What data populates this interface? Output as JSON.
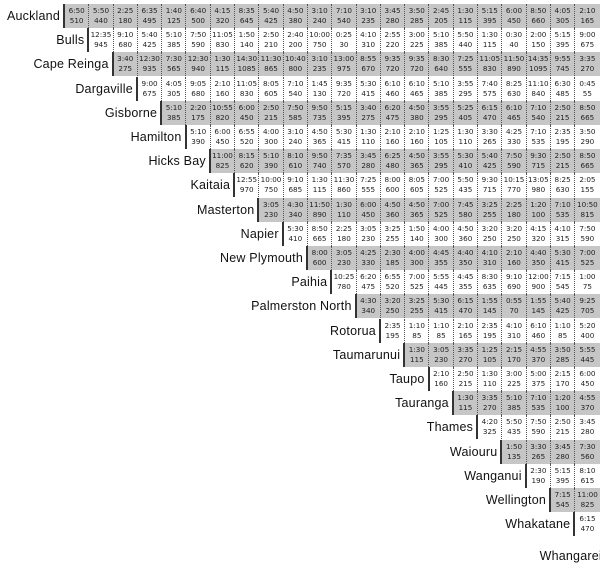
{
  "towns": [
    "Auckland",
    "Bulls",
    "Cape Reinga",
    "Dargaville",
    "Gisborne",
    "Hamilton",
    "Hicks Bay",
    "Kaitaia",
    "Masterton",
    "Napier",
    "New Plymouth",
    "Paihia",
    "Palmerston North",
    "Rotorua",
    "Taumarunui",
    "Taupo",
    "Tauranga",
    "Thames",
    "Waiouru",
    "Wanganui",
    "Wellington",
    "Whakatane",
    "Whangarei"
  ],
  "colors": {
    "shaded_row": "#c6c6c6",
    "plain_row": "#ffffff"
  },
  "rows": [
    [
      [
        "6:50",
        "510"
      ],
      [
        "5:50",
        "440"
      ],
      [
        "2:25",
        "180"
      ],
      [
        "6:35",
        "495"
      ],
      [
        "1:40",
        "125"
      ],
      [
        "6:40",
        "500"
      ],
      [
        "4:15",
        "320"
      ],
      [
        "8:35",
        "645"
      ],
      [
        "5:40",
        "425"
      ],
      [
        "4:50",
        "380"
      ],
      [
        "3:10",
        "240"
      ],
      [
        "7:10",
        "540"
      ],
      [
        "3:10",
        "235"
      ],
      [
        "3:45",
        "280"
      ],
      [
        "3:50",
        "285"
      ],
      [
        "2:45",
        "205"
      ],
      [
        "1:30",
        "115"
      ],
      [
        "5:15",
        "395"
      ],
      [
        "6:00",
        "450"
      ],
      [
        "8:50",
        "660"
      ],
      [
        "4:05",
        "305"
      ],
      [
        "2:10",
        "165"
      ]
    ],
    [
      [
        "12:35",
        "945"
      ],
      [
        "9:10",
        "680"
      ],
      [
        "5:40",
        "425"
      ],
      [
        "5:10",
        "385"
      ],
      [
        "7:50",
        "590"
      ],
      [
        "11:05",
        "830"
      ],
      [
        "1:50",
        "140"
      ],
      [
        "2:50",
        "210"
      ],
      [
        "2:40",
        "200"
      ],
      [
        "10:00",
        "750"
      ],
      [
        "0:25",
        "30"
      ],
      [
        "4:10",
        "310"
      ],
      [
        "2:55",
        "220"
      ],
      [
        "3:00",
        "225"
      ],
      [
        "5:10",
        "385"
      ],
      [
        "5:50",
        "440"
      ],
      [
        "1:30",
        "115"
      ],
      [
        "0:30",
        "40"
      ],
      [
        "2:00",
        "150"
      ],
      [
        "5:15",
        "395"
      ],
      [
        "9:00",
        "675"
      ]
    ],
    [
      [
        "3:40",
        "275"
      ],
      [
        "12:30",
        "935"
      ],
      [
        "7:30",
        "565"
      ],
      [
        "12:30",
        "940"
      ],
      [
        "1:30",
        "115"
      ],
      [
        "14:30",
        "1085"
      ],
      [
        "11:30",
        "865"
      ],
      [
        "10:40",
        "800"
      ],
      [
        "3:10",
        "235"
      ],
      [
        "13:00",
        "975"
      ],
      [
        "8:55",
        "670"
      ],
      [
        "9:35",
        "720"
      ],
      [
        "9:35",
        "720"
      ],
      [
        "8:30",
        "640"
      ],
      [
        "7:25",
        "555"
      ],
      [
        "11:05",
        "830"
      ],
      [
        "11:50",
        "890"
      ],
      [
        "14:35",
        "1095"
      ],
      [
        "9:55",
        "745"
      ],
      [
        "3:35",
        "270"
      ]
    ],
    [
      [
        "9:00",
        "675"
      ],
      [
        "4:05",
        "305"
      ],
      [
        "9:05",
        "680"
      ],
      [
        "2:10",
        "160"
      ],
      [
        "11:05",
        "830"
      ],
      [
        "8:05",
        "605"
      ],
      [
        "7:10",
        "540"
      ],
      [
        "1:45",
        "130"
      ],
      [
        "9:35",
        "720"
      ],
      [
        "5:30",
        "415"
      ],
      [
        "6:10",
        "460"
      ],
      [
        "6:10",
        "465"
      ],
      [
        "5:10",
        "385"
      ],
      [
        "3:55",
        "295"
      ],
      [
        "7:40",
        "575"
      ],
      [
        "8:25",
        "630"
      ],
      [
        "11:10",
        "840"
      ],
      [
        "6:30",
        "485"
      ],
      [
        "0:45",
        "55"
      ]
    ],
    [
      [
        "5:10",
        "385"
      ],
      [
        "2:20",
        "175"
      ],
      [
        "10:55",
        "820"
      ],
      [
        "6:00",
        "450"
      ],
      [
        "2:50",
        "215"
      ],
      [
        "7:50",
        "585"
      ],
      [
        "9:50",
        "735"
      ],
      [
        "5:15",
        "395"
      ],
      [
        "3:40",
        "275"
      ],
      [
        "6:20",
        "475"
      ],
      [
        "4:50",
        "380"
      ],
      [
        "3:55",
        "295"
      ],
      [
        "5:25",
        "405"
      ],
      [
        "6:15",
        "470"
      ],
      [
        "6:10",
        "465"
      ],
      [
        "7:10",
        "540"
      ],
      [
        "2:50",
        "215"
      ],
      [
        "8:50",
        "665"
      ]
    ],
    [
      [
        "5:10",
        "390"
      ],
      [
        "6:00",
        "450"
      ],
      [
        "6:55",
        "520"
      ],
      [
        "4:00",
        "300"
      ],
      [
        "3:10",
        "240"
      ],
      [
        "4:50",
        "365"
      ],
      [
        "5:30",
        "415"
      ],
      [
        "1:30",
        "110"
      ],
      [
        "2:10",
        "160"
      ],
      [
        "2:10",
        "160"
      ],
      [
        "1:25",
        "105"
      ],
      [
        "1:30",
        "110"
      ],
      [
        "3:30",
        "265"
      ],
      [
        "4:25",
        "330"
      ],
      [
        "7:10",
        "535"
      ],
      [
        "2:35",
        "195"
      ],
      [
        "3:50",
        "290"
      ]
    ],
    [
      [
        "11:00",
        "825"
      ],
      [
        "8:15",
        "620"
      ],
      [
        "5:10",
        "390"
      ],
      [
        "8:10",
        "610"
      ],
      [
        "9:50",
        "740"
      ],
      [
        "7:35",
        "570"
      ],
      [
        "3:45",
        "280"
      ],
      [
        "6:25",
        "480"
      ],
      [
        "4:50",
        "365"
      ],
      [
        "3:55",
        "295"
      ],
      [
        "5:30",
        "410"
      ],
      [
        "5:40",
        "425"
      ],
      [
        "7:50",
        "590"
      ],
      [
        "9:30",
        "715"
      ],
      [
        "2:50",
        "215"
      ],
      [
        "8:50",
        "665"
      ]
    ],
    [
      [
        "12:55",
        "970"
      ],
      [
        "10:00",
        "750"
      ],
      [
        "9:10",
        "685"
      ],
      [
        "1:30",
        "115"
      ],
      [
        "11:30",
        "860"
      ],
      [
        "7:25",
        "555"
      ],
      [
        "8:00",
        "600"
      ],
      [
        "8:05",
        "605"
      ],
      [
        "7:00",
        "525"
      ],
      [
        "5:50",
        "435"
      ],
      [
        "9:30",
        "715"
      ],
      [
        "10:15",
        "770"
      ],
      [
        "13:05",
        "980"
      ],
      [
        "8:25",
        "630"
      ],
      [
        "2:05",
        "155"
      ]
    ],
    [
      [
        "3:05",
        "230"
      ],
      [
        "4:30",
        "340"
      ],
      [
        "11:50",
        "890"
      ],
      [
        "1:30",
        "110"
      ],
      [
        "6:00",
        "450"
      ],
      [
        "4:50",
        "360"
      ],
      [
        "4:50",
        "365"
      ],
      [
        "7:00",
        "525"
      ],
      [
        "7:45",
        "580"
      ],
      [
        "3:25",
        "255"
      ],
      [
        "2:25",
        "180"
      ],
      [
        "1:20",
        "100"
      ],
      [
        "7:10",
        "535"
      ],
      [
        "10:50",
        "815"
      ]
    ],
    [
      [
        "5:30",
        "410"
      ],
      [
        "8:50",
        "665"
      ],
      [
        "2:25",
        "180"
      ],
      [
        "3:05",
        "230"
      ],
      [
        "3:25",
        "255"
      ],
      [
        "1:50",
        "140"
      ],
      [
        "4:00",
        "300"
      ],
      [
        "4:50",
        "360"
      ],
      [
        "3:20",
        "250"
      ],
      [
        "3:20",
        "250"
      ],
      [
        "4:15",
        "320"
      ],
      [
        "4:10",
        "315"
      ],
      [
        "7:50",
        "590"
      ]
    ],
    [
      [
        "8:00",
        "600"
      ],
      [
        "3:05",
        "230"
      ],
      [
        "4:25",
        "330"
      ],
      [
        "2:30",
        "185"
      ],
      [
        "4:00",
        "300"
      ],
      [
        "4:45",
        "355"
      ],
      [
        "4:40",
        "350"
      ],
      [
        "4:10",
        "310"
      ],
      [
        "2:10",
        "160"
      ],
      [
        "4:40",
        "350"
      ],
      [
        "5:30",
        "415"
      ],
      [
        "7:00",
        "525"
      ]
    ],
    [
      [
        "10:25",
        "780"
      ],
      [
        "6:20",
        "475"
      ],
      [
        "6:55",
        "520"
      ],
      [
        "7:00",
        "525"
      ],
      [
        "5:55",
        "445"
      ],
      [
        "4:45",
        "355"
      ],
      [
        "8:30",
        "635"
      ],
      [
        "9:10",
        "690"
      ],
      [
        "12:00",
        "900"
      ],
      [
        "7:15",
        "545"
      ],
      [
        "1:00",
        "75"
      ]
    ],
    [
      [
        "4:30",
        "340"
      ],
      [
        "3:20",
        "250"
      ],
      [
        "3:25",
        "255"
      ],
      [
        "5:30",
        "415"
      ],
      [
        "6:15",
        "470"
      ],
      [
        "1:55",
        "145"
      ],
      [
        "0:55",
        "70"
      ],
      [
        "1:55",
        "145"
      ],
      [
        "5:40",
        "425"
      ],
      [
        "9:25",
        "705"
      ]
    ],
    [
      [
        "2:35",
        "195"
      ],
      [
        "1:10",
        "85"
      ],
      [
        "1:10",
        "85"
      ],
      [
        "2:10",
        "165"
      ],
      [
        "2:35",
        "195"
      ],
      [
        "4:10",
        "310"
      ],
      [
        "6:10",
        "460"
      ],
      [
        "1:10",
        "85"
      ],
      [
        "5:20",
        "400"
      ]
    ],
    [
      [
        "1:30",
        "115"
      ],
      [
        "3:05",
        "230"
      ],
      [
        "3:35",
        "270"
      ],
      [
        "1:25",
        "105"
      ],
      [
        "2:15",
        "170"
      ],
      [
        "4:55",
        "370"
      ],
      [
        "3:50",
        "285"
      ],
      [
        "5:55",
        "445"
      ]
    ],
    [
      [
        "2:10",
        "160"
      ],
      [
        "2:50",
        "215"
      ],
      [
        "1:30",
        "110"
      ],
      [
        "3:00",
        "225"
      ],
      [
        "5:00",
        "375"
      ],
      [
        "2:15",
        "170"
      ],
      [
        "6:00",
        "450"
      ]
    ],
    [
      [
        "1:30",
        "115"
      ],
      [
        "3:35",
        "270"
      ],
      [
        "5:10",
        "385"
      ],
      [
        "7:10",
        "535"
      ],
      [
        "1:20",
        "100"
      ],
      [
        "4:55",
        "370"
      ]
    ],
    [
      [
        "4:20",
        "325"
      ],
      [
        "5:50",
        "435"
      ],
      [
        "7:50",
        "590"
      ],
      [
        "2:50",
        "215"
      ],
      [
        "3:45",
        "280"
      ]
    ],
    [
      [
        "1:50",
        "135"
      ],
      [
        "3:30",
        "265"
      ],
      [
        "3:45",
        "280"
      ],
      [
        "7:30",
        "560"
      ]
    ],
    [
      [
        "2:30",
        "190"
      ],
      [
        "5:15",
        "395"
      ],
      [
        "8:10",
        "615"
      ]
    ],
    [
      [
        "7:15",
        "545"
      ],
      [
        "11:00",
        "825"
      ]
    ],
    [
      [
        "6:15",
        "470"
      ]
    ]
  ]
}
